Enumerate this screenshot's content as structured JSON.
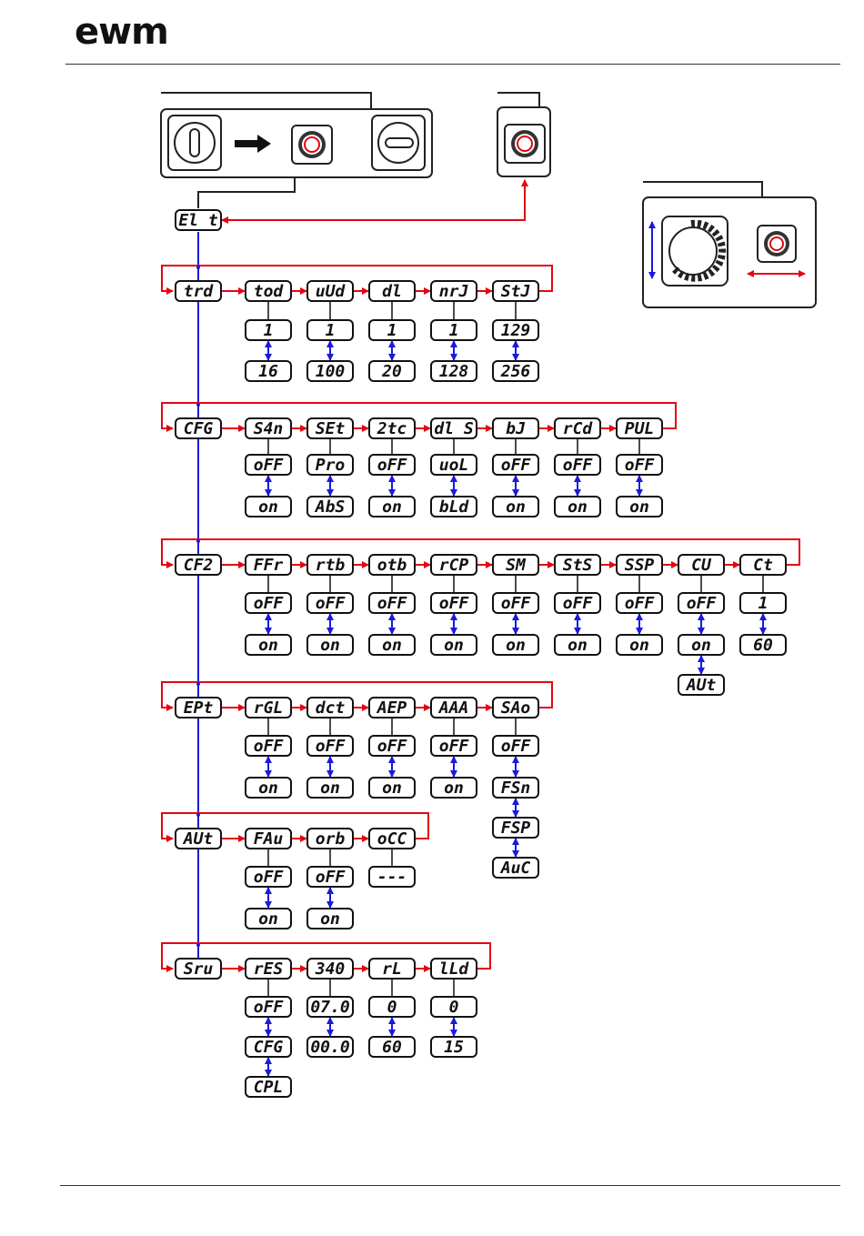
{
  "brand": {
    "logo": "ewm",
    "accent_color": "#e30613"
  },
  "colors": {
    "menu_flow": "#e30613",
    "value_flow": "#1a1adb"
  },
  "exit": "El t",
  "menus": [
    {
      "label": "trd",
      "items": [
        {
          "label": "tod",
          "values": [
            "1",
            "16"
          ]
        },
        {
          "label": "uUd",
          "values": [
            "1",
            "100"
          ]
        },
        {
          "label": "dl",
          "values": [
            "1",
            "20"
          ]
        },
        {
          "label": "nrJ",
          "values": [
            "1",
            "128"
          ]
        },
        {
          "label": "StJ",
          "values": [
            "129",
            "256"
          ]
        }
      ]
    },
    {
      "label": "CFG",
      "items": [
        {
          "label": "S4n",
          "values": [
            "oFF",
            "on"
          ]
        },
        {
          "label": "SEt",
          "values": [
            "Pro",
            "AbS"
          ]
        },
        {
          "label": "2tc",
          "values": [
            "oFF",
            "on"
          ]
        },
        {
          "label": "dl S",
          "values": [
            "uoL",
            "bLd"
          ]
        },
        {
          "label": "bJ",
          "values": [
            "oFF",
            "on"
          ]
        },
        {
          "label": "rCd",
          "values": [
            "oFF",
            "on"
          ]
        },
        {
          "label": "PUL",
          "values": [
            "oFF",
            "on"
          ]
        }
      ]
    },
    {
      "label": "CF2",
      "items": [
        {
          "label": "FFr",
          "values": [
            "oFF",
            "on"
          ]
        },
        {
          "label": "rtb",
          "values": [
            "oFF",
            "on"
          ]
        },
        {
          "label": "otb",
          "values": [
            "oFF",
            "on"
          ]
        },
        {
          "label": "rCP",
          "values": [
            "oFF",
            "on"
          ]
        },
        {
          "label": "SM",
          "values": [
            "oFF",
            "on"
          ]
        },
        {
          "label": "StS",
          "values": [
            "oFF",
            "on"
          ]
        },
        {
          "label": "SSP",
          "values": [
            "oFF",
            "on"
          ]
        },
        {
          "label": "CU",
          "values": [
            "oFF",
            "on",
            "AUt"
          ]
        },
        {
          "label": "Ct",
          "values": [
            "1",
            "60"
          ]
        }
      ]
    },
    {
      "label": "EPt",
      "items": [
        {
          "label": "rGL",
          "values": [
            "oFF",
            "on"
          ]
        },
        {
          "label": "dct",
          "values": [
            "oFF",
            "on"
          ]
        },
        {
          "label": "AEP",
          "values": [
            "oFF",
            "on"
          ]
        },
        {
          "label": "AAA",
          "values": [
            "oFF",
            "on"
          ]
        },
        {
          "label": "SAo",
          "values": [
            "oFF",
            "FSn",
            "FSP",
            "AuC"
          ]
        }
      ]
    },
    {
      "label": "AUt",
      "items": [
        {
          "label": "FAu",
          "values": [
            "oFF",
            "on"
          ]
        },
        {
          "label": "orb",
          "values": [
            "oFF",
            "on"
          ]
        },
        {
          "label": "oCC",
          "values": [
            "---"
          ]
        }
      ]
    },
    {
      "label": "Sru",
      "items": [
        {
          "label": "rES",
          "values": [
            "oFF",
            "CFG",
            "CPL"
          ]
        },
        {
          "label": "340",
          "values": [
            "07.0",
            "00.0"
          ]
        },
        {
          "label": "rL",
          "values": [
            "0",
            "60"
          ]
        },
        {
          "label": "lLd",
          "values": [
            "0",
            "15"
          ]
        }
      ]
    }
  ]
}
